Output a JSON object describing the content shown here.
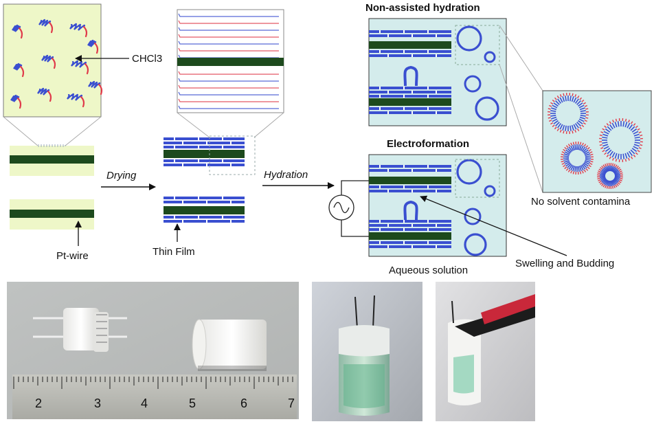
{
  "labels": {
    "chcl3": "CHCl3",
    "pt_wire": "Pt-wire",
    "drying": "Drying",
    "thin_film": "Thin Film",
    "hydration": "Hydration",
    "non_assisted_hydration": "Non-assisted hydration",
    "electroformation": "Electroformation",
    "aqueous_solution": "Aqueous solution",
    "swelling_budding": "Swelling and Budding",
    "no_solvent": "No solvent contamina"
  },
  "ruler": {
    "numbers": [
      "2",
      "3",
      "4",
      "5",
      "6",
      "7"
    ]
  },
  "colors": {
    "pale_green": "#eef7c8",
    "panel_teal": "#d4ecec",
    "membrane_blue": "#3a4fd0",
    "tail_red": "#e03a4a",
    "wire_green": "#1d4a1d",
    "photo_gray": "#b7b9b4"
  }
}
